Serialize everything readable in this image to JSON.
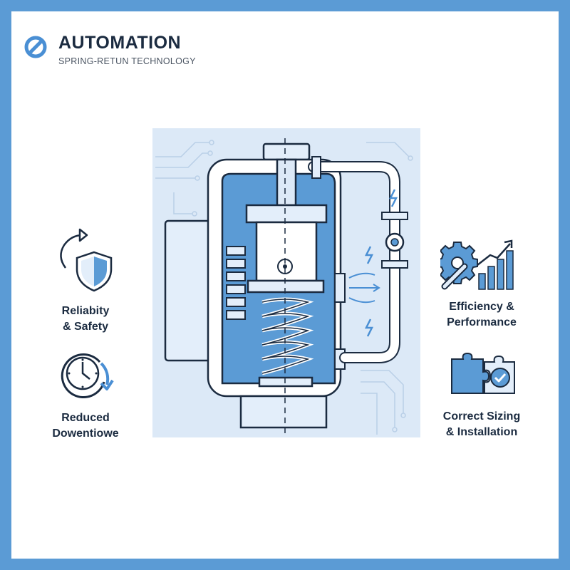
{
  "brand": {
    "title": "AUTOMATION",
    "subtitle": "SPRING-RETUN TECHNOLOGY",
    "logo_icon": "slashed-circle-icon",
    "accent_color": "#4a8fd4"
  },
  "colors": {
    "frame": "#5b9bd5",
    "illustration_bg": "#dce9f7",
    "outline": "#1b2b40",
    "fill": "#5b9bd5",
    "light_fill": "#e3eefa"
  },
  "illustration": {
    "name": "spring-return-valve-actuator",
    "icons": [
      "circuit-trace-icon",
      "lightning-icon",
      "air-flow-arrow-icon"
    ]
  },
  "features": [
    {
      "id": "reliability",
      "icon": "shield-cycle-icon",
      "line1": "Reliabity",
      "line2": "& Safety"
    },
    {
      "id": "downtime",
      "icon": "clock-arrow-icon",
      "line1": "Reduced",
      "line2": "Dowentiowe"
    },
    {
      "id": "efficiency",
      "icon": "gear-wrench-growth-icon",
      "line1": "Efficiency &",
      "line2": "Performance"
    },
    {
      "id": "sizing",
      "icon": "puzzle-check-icon",
      "line1": "Correct Sizing",
      "line2": "& Installation"
    }
  ]
}
